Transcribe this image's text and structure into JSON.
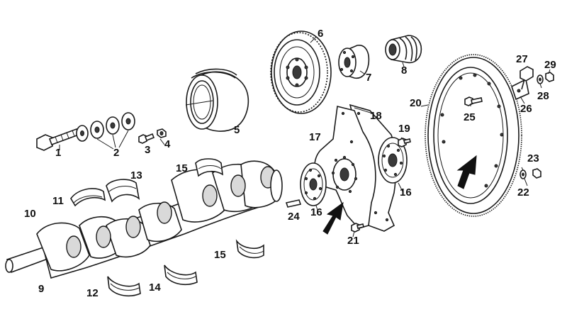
{
  "diagram": {
    "type": "exploded-parts-view",
    "callouts": [
      "1",
      "2",
      "3",
      "4",
      "5",
      "6",
      "7",
      "8",
      "9",
      "10",
      "11",
      "12",
      "13",
      "14",
      "15",
      "15",
      "16",
      "16",
      "17",
      "18",
      "19",
      "20",
      "21",
      "22",
      "23",
      "24",
      "25",
      "26",
      "27",
      "28",
      "29"
    ],
    "parts": [
      {
        "id": "1",
        "callout": "1",
        "icon": "bolt-icon"
      },
      {
        "id": "2",
        "callout": "2",
        "icon": "washer-stack-icon"
      },
      {
        "id": "3",
        "callout": "3",
        "icon": "small-bolt-icon"
      },
      {
        "id": "4",
        "callout": "4",
        "icon": "nut-icon"
      },
      {
        "id": "5",
        "callout": "5",
        "icon": "damper-pulley-icon"
      },
      {
        "id": "6",
        "callout": "6",
        "icon": "flywheel-icon"
      },
      {
        "id": "7",
        "callout": "7",
        "icon": "hub-icon"
      },
      {
        "id": "8",
        "callout": "8",
        "icon": "pilot-bearing-icon"
      },
      {
        "id": "9",
        "callout": "9",
        "icon": "crankshaft-icon"
      },
      {
        "id": "10",
        "callout": "10",
        "icon": "crankshaft-label"
      },
      {
        "id": "11",
        "callout": "11",
        "icon": "bearing-shell-icon"
      },
      {
        "id": "12",
        "callout": "12",
        "icon": "bearing-shell-icon"
      },
      {
        "id": "13",
        "callout": "13",
        "icon": "bearing-shell-icon"
      },
      {
        "id": "14",
        "callout": "14",
        "icon": "bearing-shell-icon"
      },
      {
        "id": "15a",
        "callout": "15",
        "icon": "bearing-shell-icon"
      },
      {
        "id": "15b",
        "callout": "15",
        "icon": "bearing-shell-icon"
      },
      {
        "id": "16a",
        "callout": "16",
        "icon": "spacer-plate-icon"
      },
      {
        "id": "16b",
        "callout": "16",
        "icon": "spacer-plate-icon"
      },
      {
        "id": "17",
        "callout": "17",
        "icon": "drive-plate-icon"
      },
      {
        "id": "18",
        "callout": "18",
        "icon": "drive-plate-icon"
      },
      {
        "id": "19",
        "callout": "19",
        "icon": "screw-icon"
      },
      {
        "id": "20",
        "callout": "20",
        "icon": "ring-gear-icon"
      },
      {
        "id": "21",
        "callout": "21",
        "icon": "screw-icon"
      },
      {
        "id": "22",
        "callout": "22",
        "icon": "washer-icon"
      },
      {
        "id": "23",
        "callout": "23",
        "icon": "nut-icon"
      },
      {
        "id": "24",
        "callout": "24",
        "icon": "dowel-pin-icon"
      },
      {
        "id": "25",
        "callout": "25",
        "icon": "bolt-icon"
      },
      {
        "id": "26",
        "callout": "26",
        "icon": "bracket-icon"
      },
      {
        "id": "27",
        "callout": "27",
        "icon": "sensor-icon"
      },
      {
        "id": "28",
        "callout": "28",
        "icon": "washer-icon"
      },
      {
        "id": "29",
        "callout": "29",
        "icon": "nut-icon"
      }
    ],
    "arrows": [
      {
        "name": "arrow-drive-plate",
        "icon": "pointer-arrow-icon"
      },
      {
        "name": "arrow-ring-gear",
        "icon": "pointer-arrow-icon"
      }
    ]
  }
}
